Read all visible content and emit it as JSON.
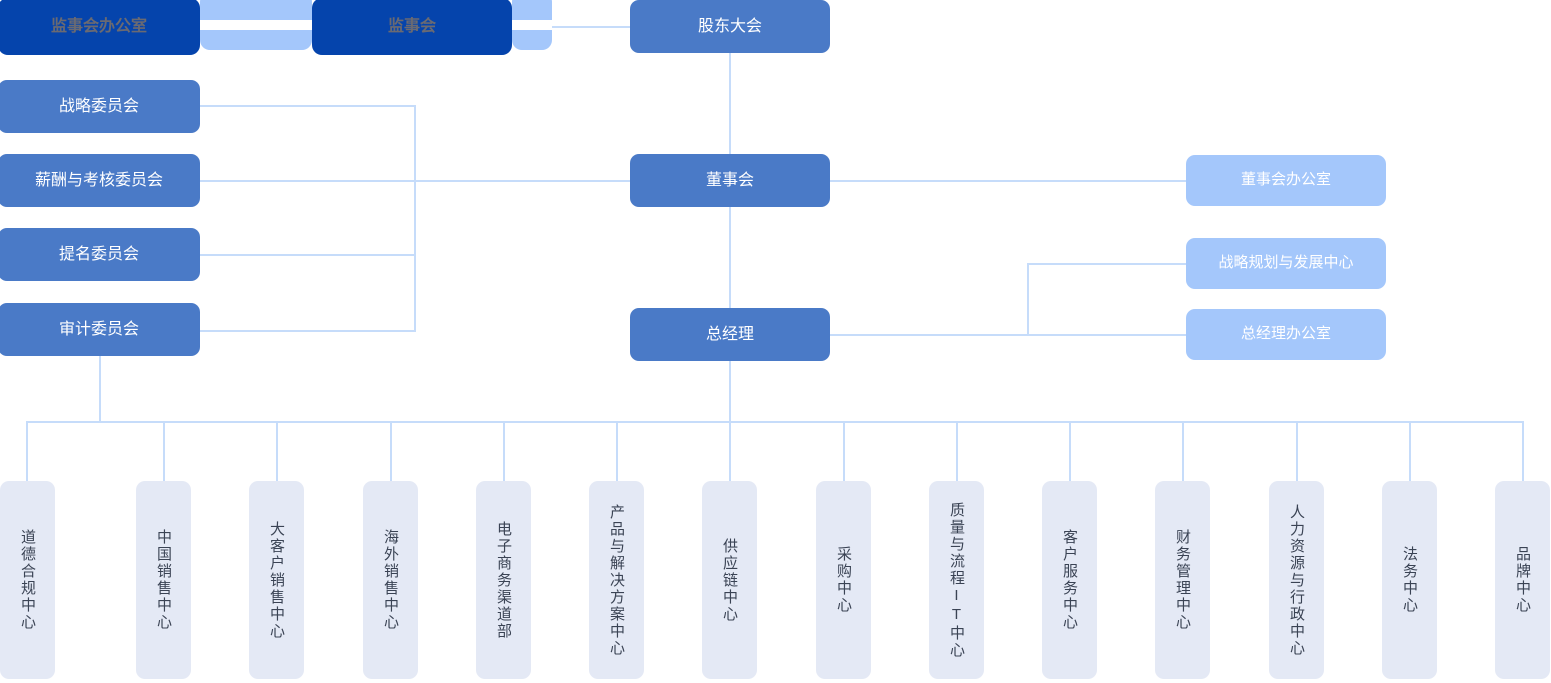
{
  "chart": {
    "title": "企业组织架构图",
    "type": "org-chart",
    "colors": {
      "navy": "#0544ac",
      "primary_blue": "#4a7ac7",
      "light_blue": "#a4c7fb",
      "department": "#e4e9f5",
      "connector": "#c6dcfa",
      "navy_text": "#6a6a72",
      "department_text": "#3a4354",
      "background": "#ffffff"
    }
  },
  "supervisory": {
    "office_label": "监事会办公室",
    "board_label": "监事会"
  },
  "governance": {
    "shareholders_label": "股东大会",
    "board_label": "董事会",
    "gm_label": "总经理"
  },
  "committees": [
    {
      "label": "战略委员会"
    },
    {
      "label": "薪酬与考核委员会"
    },
    {
      "label": "提名委员会"
    },
    {
      "label": "审计委员会"
    }
  ],
  "support_units": [
    {
      "label": "董事会办公室"
    },
    {
      "label": "战略规划与发展中心"
    },
    {
      "label": "总经理办公室"
    }
  ],
  "departments": [
    {
      "label": "道德合规中心"
    },
    {
      "label": "中国销售中心"
    },
    {
      "label": "大客户销售中心"
    },
    {
      "label": "海外销售中心"
    },
    {
      "label": "电子商务渠道部"
    },
    {
      "label": "产品与解决方案中心"
    },
    {
      "label": "供应链中心"
    },
    {
      "label": "采购中心"
    },
    {
      "label": "质量与流程IT中心"
    },
    {
      "label": "客户服务中心"
    },
    {
      "label": "财务管理中心"
    },
    {
      "label": "人力资源与行政中心"
    },
    {
      "label": "法务中心"
    },
    {
      "label": "品牌中心"
    }
  ]
}
